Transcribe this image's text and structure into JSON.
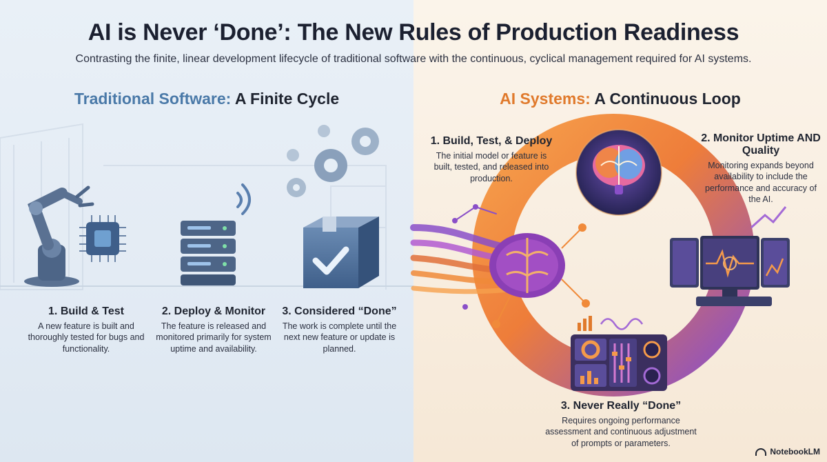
{
  "header": {
    "title": "AI is Never ‘Done’: The New Rules of Production Readiness",
    "subtitle": "Contrasting the finite, linear development lifecycle of traditional software with the continuous, cyclical management required for AI systems."
  },
  "traditional": {
    "heading_accent": "Traditional Software:",
    "heading_rest": " A Finite Cycle",
    "steps": [
      {
        "title": "1. Build & Test",
        "desc": "A new feature is built and thoroughly tested for bugs and functionality."
      },
      {
        "title": "2. Deploy & Monitor",
        "desc": "The feature is released and monitored primarily for system uptime and availability."
      },
      {
        "title": "3. Considered “Done”",
        "desc": "The work is complete until the next new feature or update is planned."
      }
    ]
  },
  "ai": {
    "heading_accent": "AI Systems:",
    "heading_rest": " A Continuous Loop",
    "steps": [
      {
        "title": "1. Build, Test, & Deploy",
        "desc": "The initial model or feature is built, tested, and released into production."
      },
      {
        "title": "2. Monitor Uptime AND Quality",
        "desc": "Monitoring expands beyond availability to include the performance and accuracy of the AI."
      },
      {
        "title": "3. Never Really “Done”",
        "desc": "Requires ongoing performance assessment and continuous adjustment of prompts or parameters."
      }
    ]
  },
  "badge": {
    "label": "NotebookLM"
  },
  "colors": {
    "blue_accent": "#4a79a8",
    "orange_accent": "#e07a2c",
    "loop_orange": "#f08a3a",
    "loop_purple": "#8a4fc8"
  }
}
